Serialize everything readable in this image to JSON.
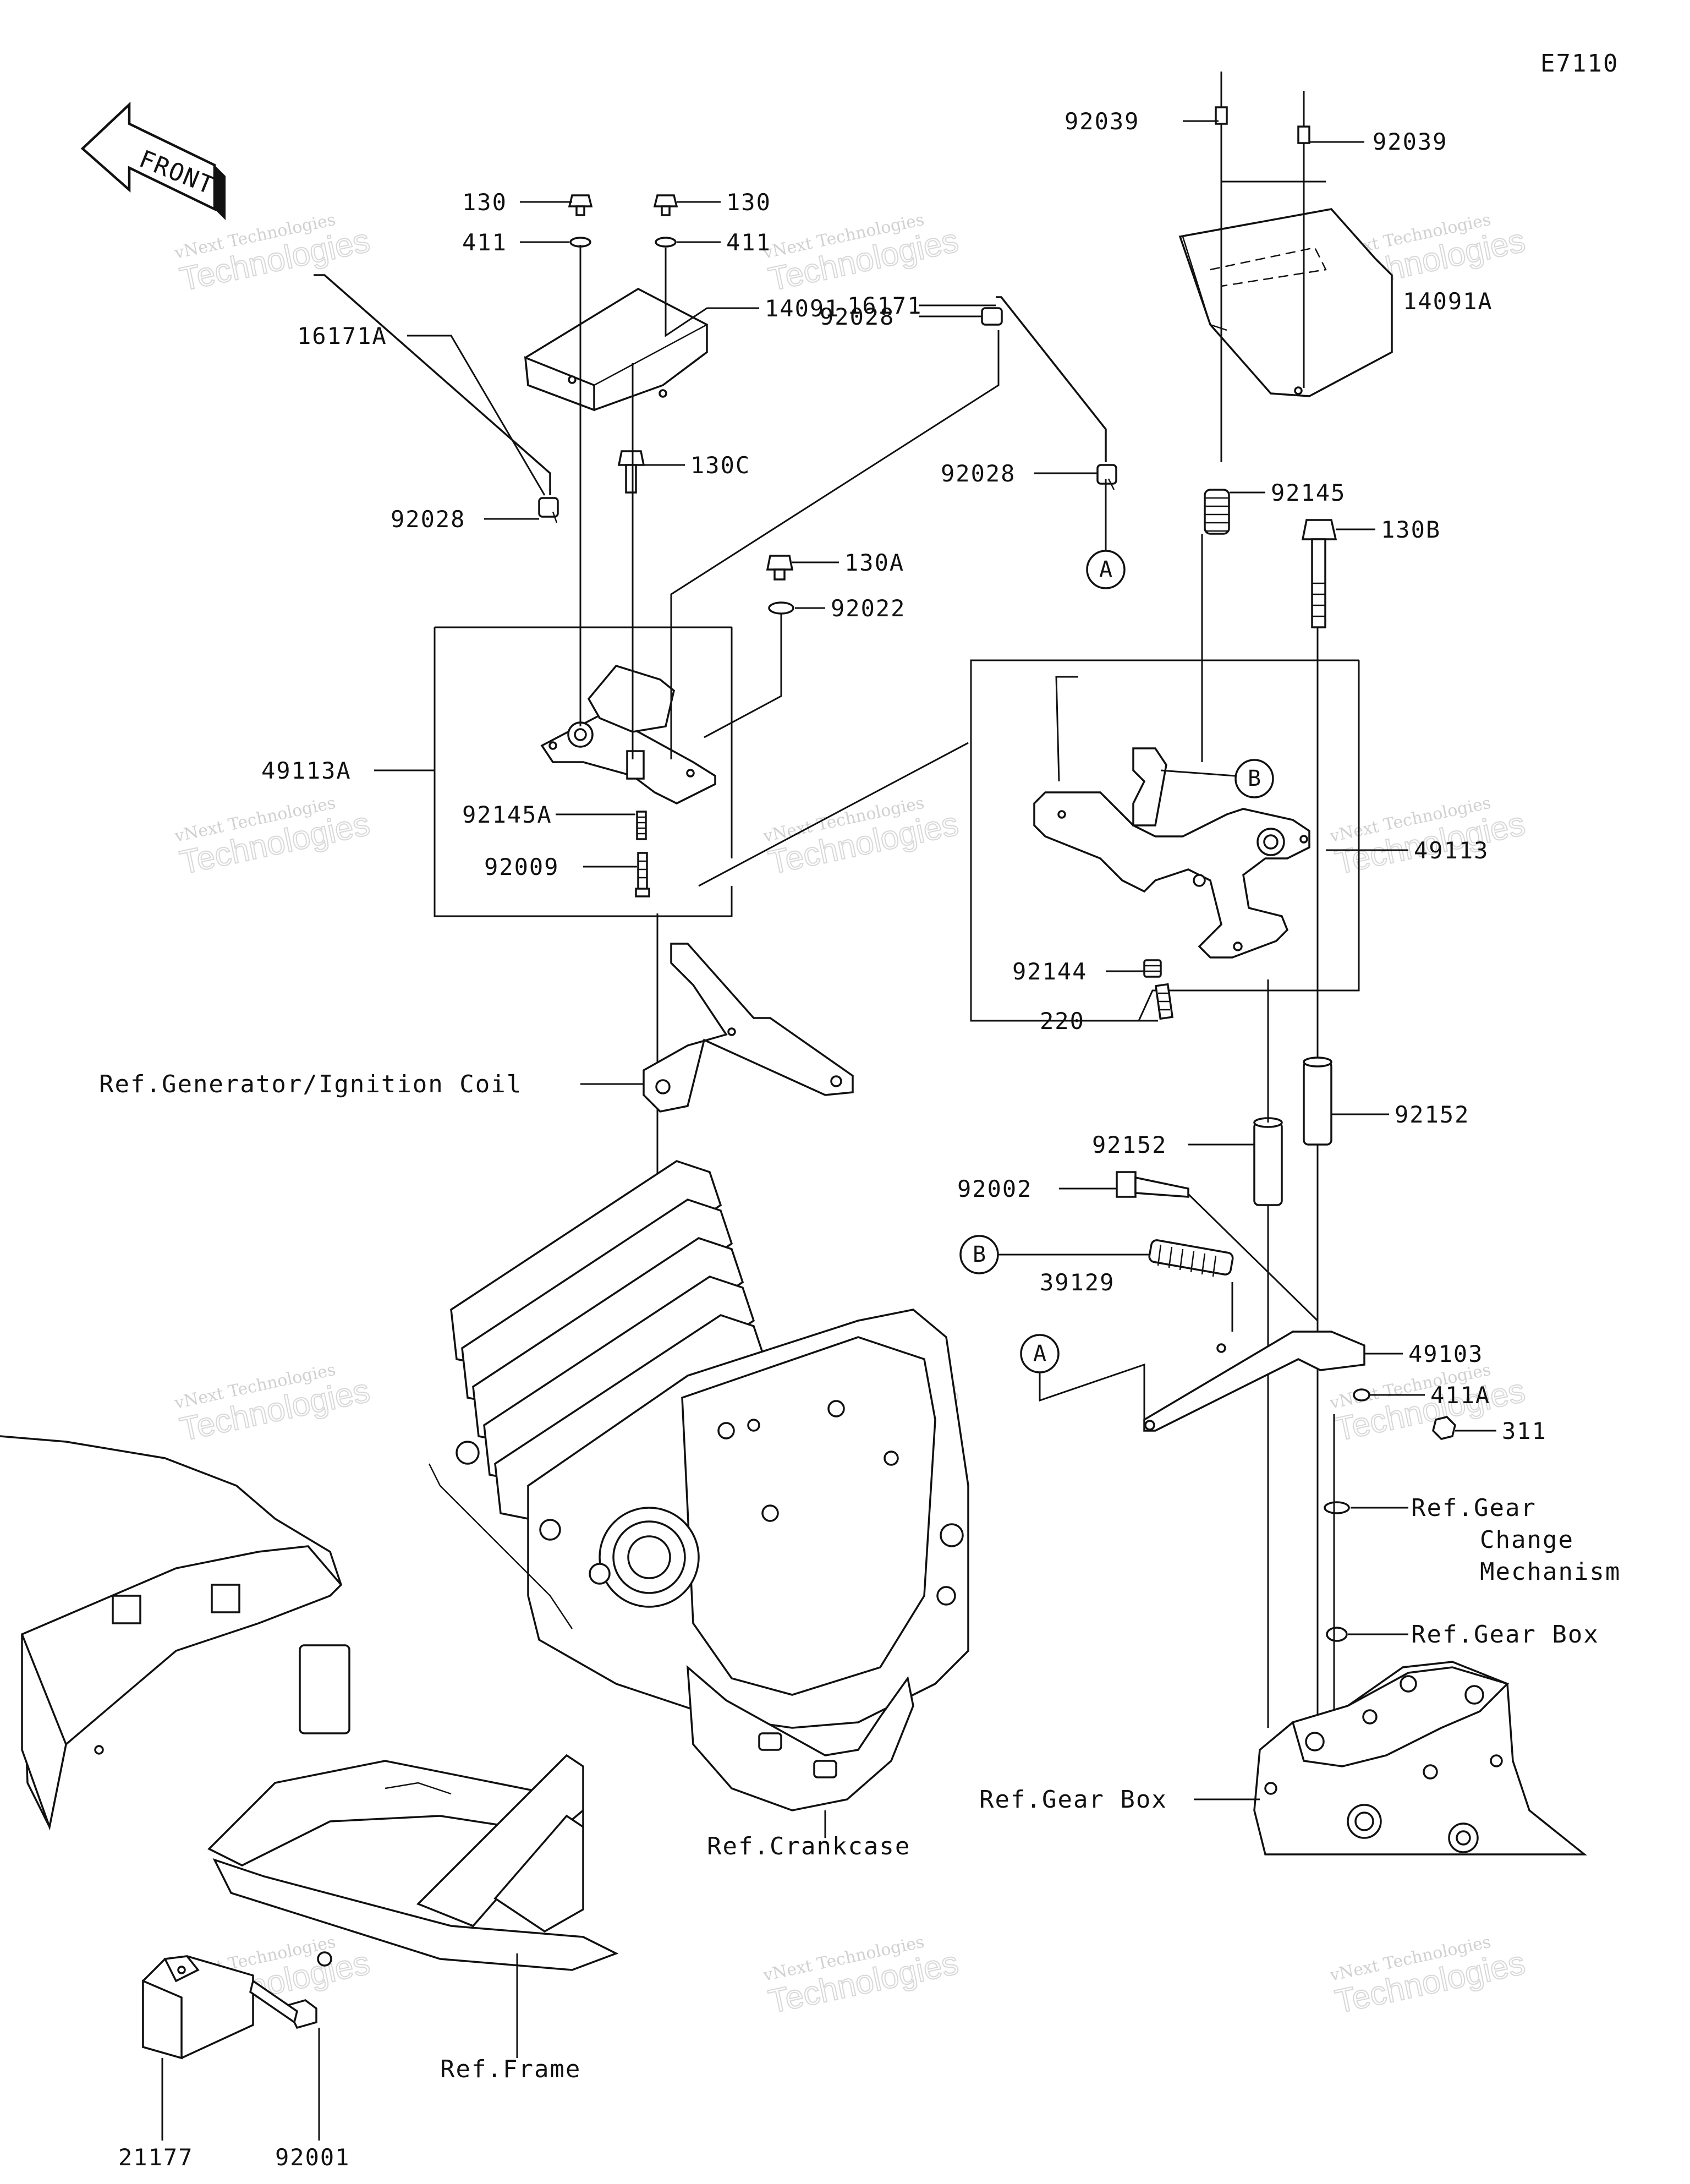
{
  "diagram_code": "E7110",
  "front_badge": "FRONT",
  "callouts": {
    "a": "A",
    "b": "B"
  },
  "parts": {
    "p92039_left": "92039",
    "p92039_right": "92039",
    "p130_left": "130",
    "p130_right": "130",
    "p411_left": "411",
    "p411_right": "411",
    "p14091": "14091",
    "p14091A": "14091A",
    "p16171A": "16171A",
    "p16171": "16171",
    "p92028_a": "92028",
    "p92028_b": "92028",
    "p92028_c": "92028",
    "p130C": "130C",
    "p130A": "130A",
    "p92022": "92022",
    "p92145": "92145",
    "p130B": "130B",
    "p49113A": "49113A",
    "p92145A": "92145A",
    "p92009": "92009",
    "p49113": "49113",
    "p92144": "92144",
    "p220": "220",
    "p92152_left": "92152",
    "p92152_right": "92152",
    "p92002": "92002",
    "p39129": "39129",
    "p49103": "49103",
    "p411A": "411A",
    "p311": "311",
    "p21177": "21177",
    "p92001": "92001"
  },
  "references": {
    "generator": "Ref.Generator/Ignition Coil",
    "gear_change_1": "Ref.Gear",
    "gear_change_2": "Change",
    "gear_change_3": "Mechanism",
    "gear_box_1": "Ref.Gear Box",
    "gear_box_2": "Ref.Gear Box",
    "crankcase": "Ref.Crankcase",
    "frame": "Ref.Frame"
  },
  "watermark": {
    "line1": "vNext Technologies",
    "line2": "Technologies",
    "logo": "vNext"
  }
}
